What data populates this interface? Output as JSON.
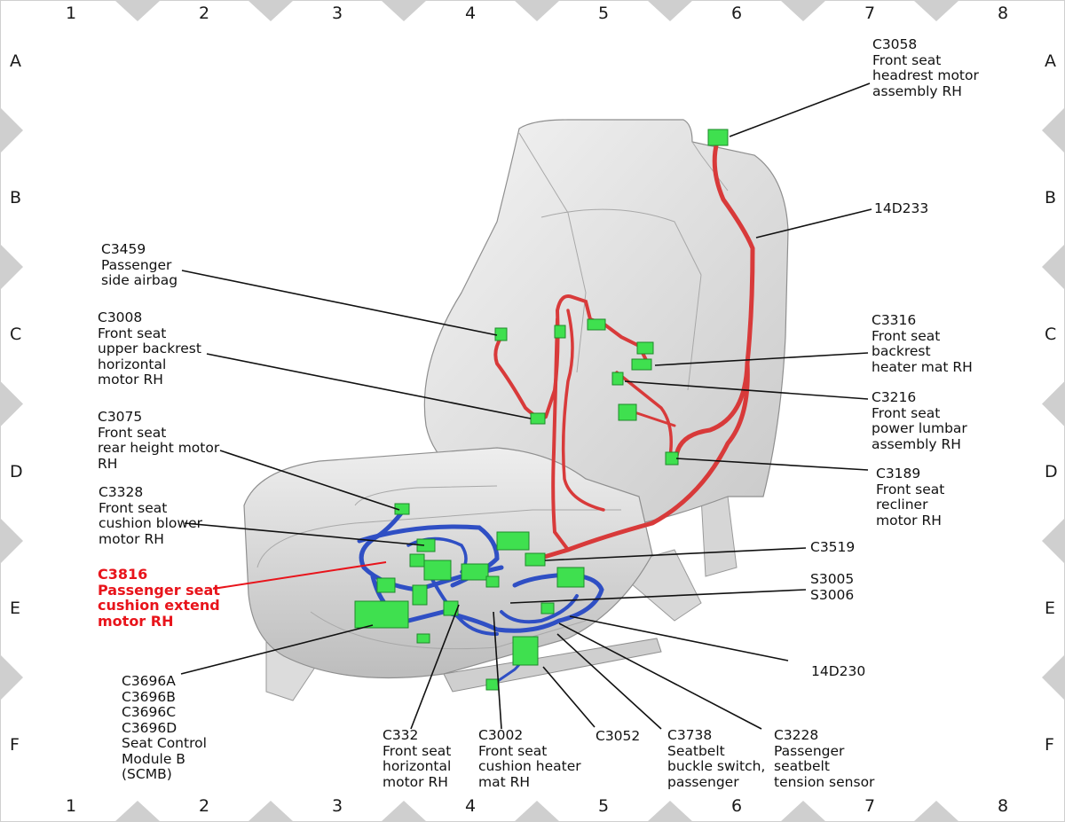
{
  "grid": {
    "columns": [
      "1",
      "2",
      "3",
      "4",
      "5",
      "6",
      "7",
      "8"
    ],
    "rows": [
      "A",
      "B",
      "C",
      "D",
      "E",
      "F"
    ]
  },
  "colors": {
    "harness_red": "#d83a3a",
    "harness_blue": "#2f4fc4",
    "connector_green": "#3fe04f",
    "highlight_red": "#e8141b",
    "frame_gray": "#cfcfcf"
  },
  "labels": {
    "c3058": [
      "C3058",
      "Front seat",
      "headrest motor",
      "assembly RH"
    ],
    "d14d233": [
      "14D233"
    ],
    "c3459": [
      "C3459",
      "Passenger",
      "side airbag"
    ],
    "c3008": [
      "C3008",
      "Front seat",
      "upper backrest",
      "horizontal",
      "motor RH"
    ],
    "c3316": [
      "C3316",
      "Front seat",
      "backrest",
      "heater mat RH"
    ],
    "c3216": [
      "C3216",
      "Front seat",
      "power lumbar",
      "assembly RH"
    ],
    "c3075": [
      "C3075",
      "Front seat",
      "rear height motor",
      "RH"
    ],
    "c3189": [
      "C3189",
      "Front seat",
      "recliner",
      "motor RH"
    ],
    "c3328": [
      "C3328",
      "Front seat",
      "cushion blower",
      "motor RH"
    ],
    "c3519": [
      "C3519"
    ],
    "c3816": [
      "C3816",
      "Passenger seat",
      "cushion extend",
      "motor RH"
    ],
    "s3005": [
      "S3005",
      "S3006"
    ],
    "d14d230": [
      "14D230"
    ],
    "c3696": [
      "C3696A",
      "C3696B",
      "C3696C",
      "C3696D",
      "Seat Control",
      "Module B",
      "(SCMB)"
    ],
    "c332": [
      "C332",
      "Front seat",
      "horizontal",
      "motor RH"
    ],
    "c3002": [
      "C3002",
      "Front seat",
      "cushion heater",
      "mat RH"
    ],
    "c3052": [
      "C3052"
    ],
    "c3738": [
      "C3738",
      "Seatbelt",
      "buckle switch,",
      "passenger"
    ],
    "c3228": [
      "C3228",
      "Passenger",
      "seatbelt",
      "tension sensor"
    ]
  }
}
